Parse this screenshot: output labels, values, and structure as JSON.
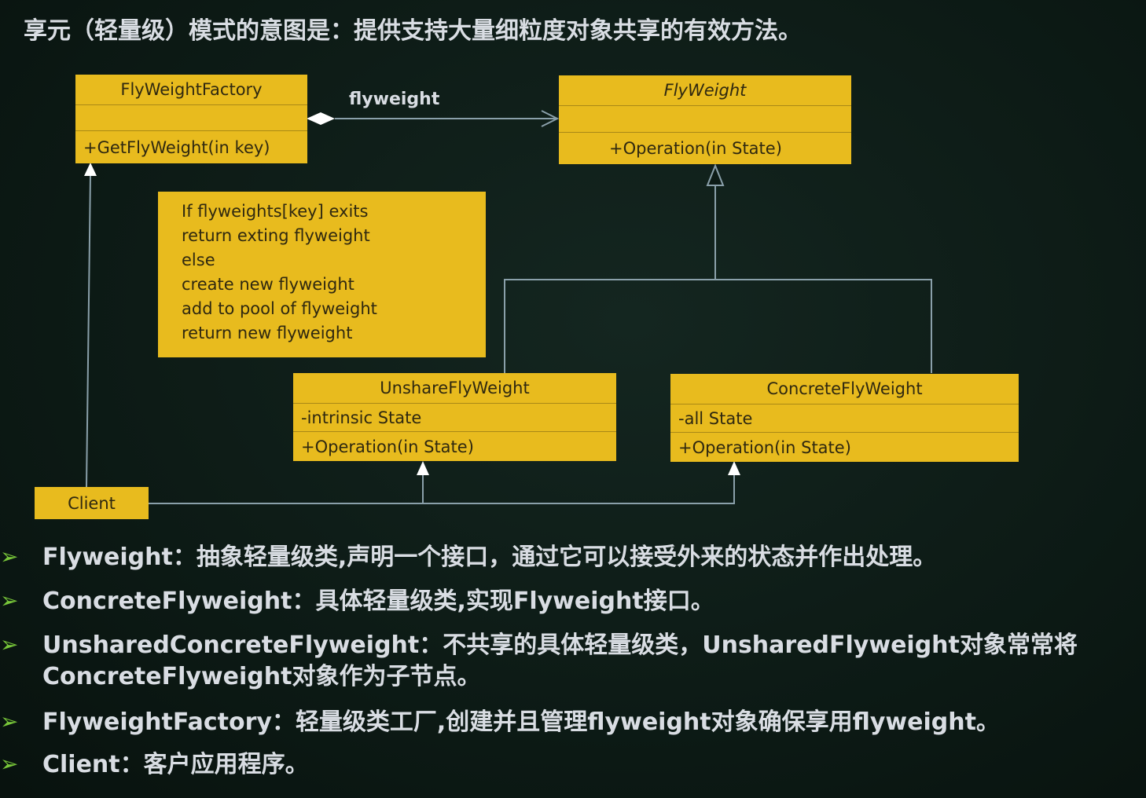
{
  "slide": {
    "title": "享元（轻量级）模式的意图是：提供支持大量细粒度对象共享的有效方法。"
  },
  "diagram": {
    "association_label": "flyweight",
    "classes": {
      "flyweight_factory": {
        "name": "FlyWeightFactory",
        "attributes": "",
        "operations": "+GetFlyWeight(in key)"
      },
      "flyweight": {
        "name": "FlyWeight",
        "attributes": "",
        "operations": "+Operation(in State)"
      },
      "unshare_flyweight": {
        "name": "UnshareFlyWeight",
        "attributes": "-intrinsic State",
        "operations": "+Operation(in State)"
      },
      "concrete_flyweight": {
        "name": "ConcreteFlyWeight",
        "attributes": "-all  State",
        "operations": "+Operation(in State)"
      },
      "client": {
        "name": "Client"
      }
    },
    "note_lines": [
      "If flyweights[key] exits",
      "return exting flyweight",
      "else",
      "create new  flyweight",
      "add to pool of  flyweight",
      "return new  flyweight"
    ]
  },
  "bullets": [
    "Flyweight：抽象轻量级类,声明一个接口，通过它可以接受外来的状态并作出处理。",
    "ConcreteFlyweight：具体轻量级类,实现Flyweight接口。",
    "UnsharedConcreteFlyweight：不共享的具体轻量级类，UnsharedFlyweight对象常常将",
    "ConcreteFlyweight对象作为子节点。",
    "FlyweightFactory：轻量级类工厂,创建并且管理flyweight对象确保享用flyweight。",
    "Client：客户应用程序。"
  ],
  "icons": {
    "bullet_marker": "chevron-right-icon"
  },
  "colors": {
    "class_fill": "#e8bb1e",
    "background": "#0d1b16",
    "text": "#d9dde3",
    "bullet_marker": "#79c83a"
  }
}
